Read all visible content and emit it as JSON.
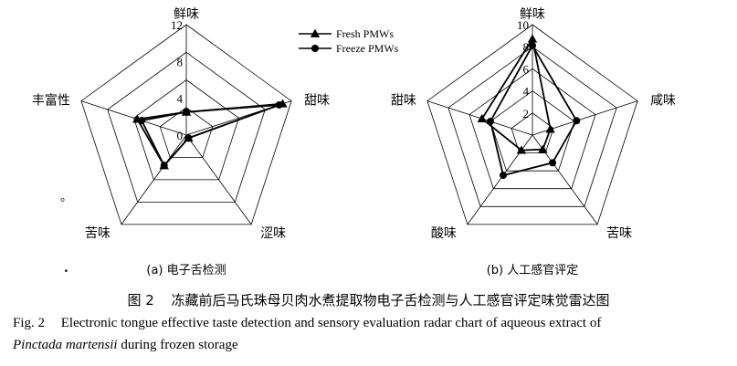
{
  "chart_data": [
    {
      "type": "radar",
      "title": "",
      "subtitle": "(a) 电子舌检测",
      "axes": [
        "鲜味",
        "甜味",
        "涩味",
        "苦味",
        "丰富性"
      ],
      "range": [
        0,
        12
      ],
      "ticks": [
        "0",
        "4",
        "8",
        "12"
      ],
      "series": [
        {
          "name": "Fresh PMWs",
          "marker": "triangle",
          "values": [
            2.5,
            11.0,
            0.4,
            4.1,
            5.6
          ]
        },
        {
          "name": "Freeze PMWs",
          "marker": "circle",
          "values": [
            2.5,
            10.6,
            0.4,
            4.1,
            5.1
          ]
        }
      ]
    },
    {
      "type": "radar",
      "title": "",
      "subtitle": "(b) 人工感官评定",
      "axes": [
        "鲜味",
        "咸味",
        "苦味",
        "酸味",
        "甜味"
      ],
      "range": [
        0,
        10
      ],
      "ticks": [
        "2",
        "4",
        "6",
        "8",
        "10"
      ],
      "series": [
        {
          "name": "Fresh PMWs",
          "marker": "triangle",
          "values": [
            8.7,
            1.7,
            1.6,
            1.7,
            4.8
          ]
        },
        {
          "name": "Freeze PMWs",
          "marker": "circle",
          "values": [
            8.1,
            4.2,
            3.1,
            4.5,
            4.0
          ]
        }
      ]
    }
  ],
  "legend": [
    "Fresh PMWs",
    "Freeze PMWs"
  ],
  "stray_marks": [
    "。",
    "."
  ],
  "caption": {
    "cn_label": "图 2",
    "cn_text": "冻藏前后马氏珠母贝肉水煮提取物电子舌检测与人工感官评定味觉雷达图",
    "en_label": "Fig. 2",
    "en_text": "Electronic tongue effective taste detection and sensory evaluation radar chart of aqueous extract of",
    "en_species": "Pinctada martensii",
    "en_text2": " during frozen storage"
  }
}
